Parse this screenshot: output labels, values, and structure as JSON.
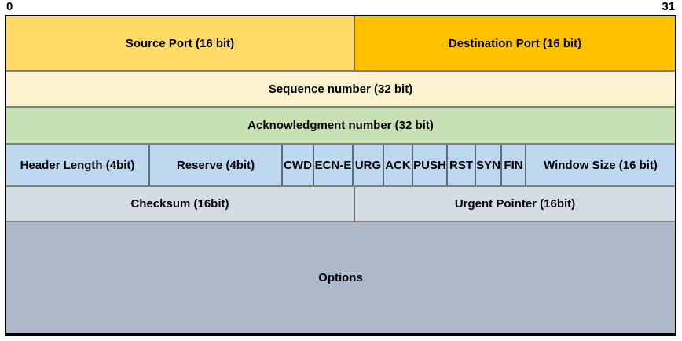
{
  "ruler": {
    "left_label": "0",
    "right_label": "31"
  },
  "colors": {
    "source_port_bg": "#FFD966",
    "destination_port_bg": "#FFC000",
    "sequence_bg": "#FCF2CF",
    "acknowledgment_bg": "#C7E0B4",
    "flags_row_bg": "#BDD7EE",
    "checksum_row_bg": "#D6DCE4",
    "options_bg": "#ACB9CA",
    "border": "#000000",
    "text": "#000000"
  },
  "rows": [
    {
      "cells": [
        {
          "label": "Source Port (16 bit)"
        },
        {
          "label": "Destination Port (16 bit)"
        }
      ]
    },
    {
      "cells": [
        {
          "label": "Sequence number (32 bit)"
        }
      ]
    },
    {
      "cells": [
        {
          "label": "Acknowledgment number (32 bit)"
        }
      ]
    },
    {
      "cells": [
        {
          "label": "Header Length (4bit)"
        },
        {
          "label": "Reserve (4bit)"
        },
        {
          "label": "CWD"
        },
        {
          "label": "ECN-E"
        },
        {
          "label": "URG"
        },
        {
          "label": "ACK"
        },
        {
          "label": "PUSH"
        },
        {
          "label": "RST"
        },
        {
          "label": "SYN"
        },
        {
          "label": "FIN"
        },
        {
          "label": "Window Size (16 bit)"
        }
      ]
    },
    {
      "cells": [
        {
          "label": "Checksum (16bit)"
        },
        {
          "label": "Urgent Pointer (16bit)"
        }
      ]
    },
    {
      "cells": [
        {
          "label": "Options"
        }
      ]
    }
  ]
}
